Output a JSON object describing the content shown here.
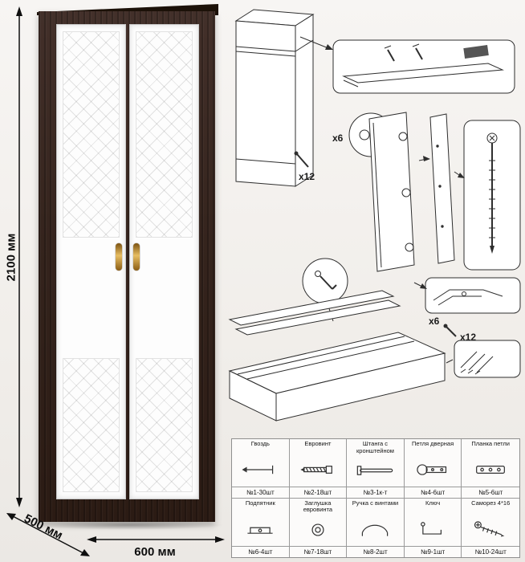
{
  "dimensions": {
    "height": "2100 мм",
    "width": "600 мм",
    "depth": "500 мм"
  },
  "assembly": {
    "labels": {
      "screws_top": "x12",
      "hinges_top": "x6",
      "hinges_bottom": "x6",
      "screws_bottom": "x12"
    }
  },
  "parts": {
    "row1": [
      {
        "name": "Гвоздь",
        "count": "№1-30шт",
        "icon": "nail-icon"
      },
      {
        "name": "Евровинт",
        "count": "№2-18шт",
        "icon": "euroscrew-icon"
      },
      {
        "name": "Штанга с кронштейном",
        "count": "№3-1к-т",
        "icon": "rod-with-bracket-icon"
      },
      {
        "name": "Петля дверная",
        "count": "№4-6шт",
        "icon": "door-hinge-icon"
      },
      {
        "name": "Планка петли",
        "count": "№5-6шт",
        "icon": "hinge-plate-icon"
      }
    ],
    "row2": [
      {
        "name": "Подпятник",
        "count": "№6-4шт",
        "icon": "foot-pad-icon"
      },
      {
        "name": "Заглушка евровинта",
        "count": "№7-18шт",
        "icon": "screw-cap-icon"
      },
      {
        "name": "Ручка с винтами",
        "count": "№8-2шт",
        "icon": "handle-icon"
      },
      {
        "name": "Ключ",
        "count": "№9-1шт",
        "icon": "key-icon"
      },
      {
        "name": "Саморез 4*16",
        "count": "№10-24шт",
        "icon": "selftap-screw-icon"
      }
    ]
  },
  "colors": {
    "wood": "#33221a",
    "door": "#ffffff",
    "handle_gold": "#c79a3a",
    "line": "#2e2e2e",
    "background": "#f2efec"
  }
}
